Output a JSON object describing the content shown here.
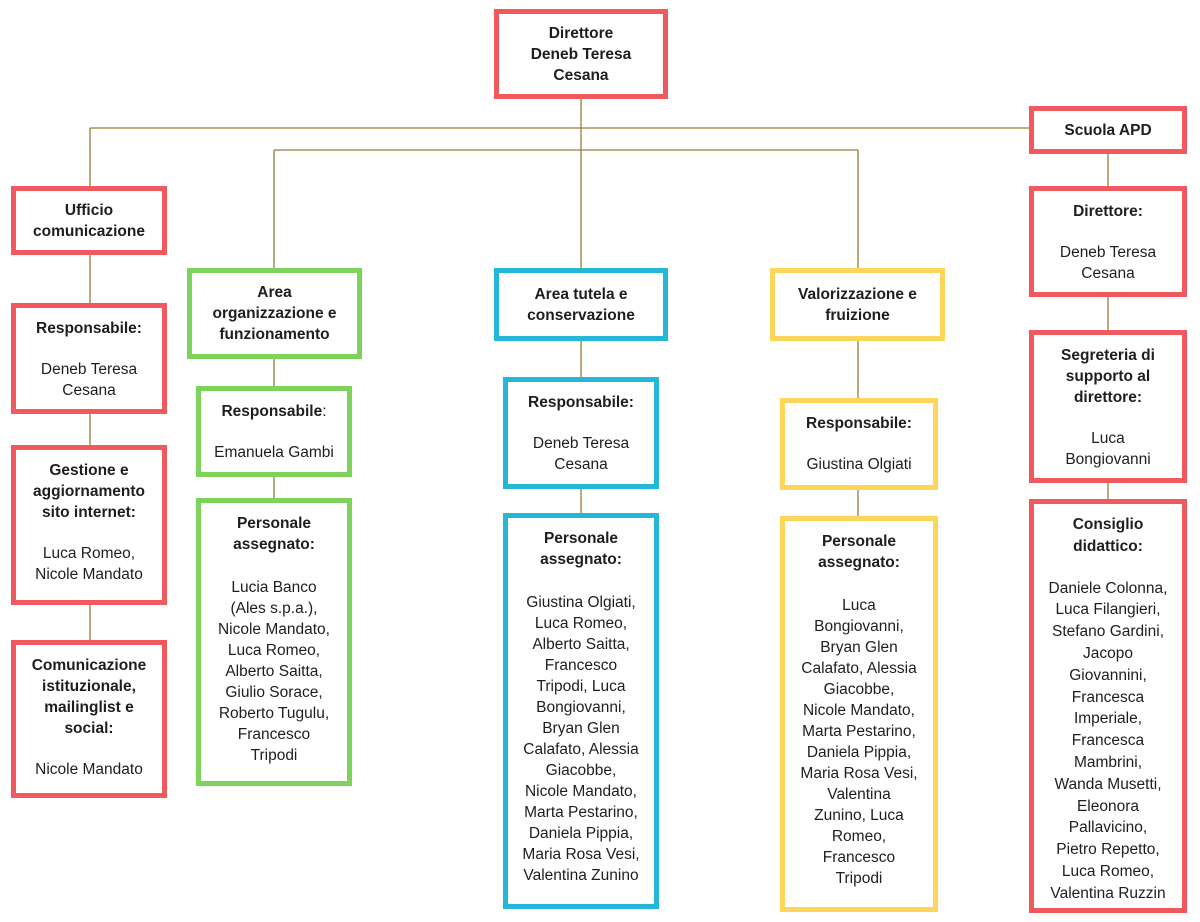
{
  "colors": {
    "red": "#ef5a5f",
    "green": "#7dd35b",
    "blue": "#25b8d6",
    "yellow": "#fbd65a",
    "connector": "#9a7b3a"
  },
  "director": {
    "title": "Direttore\nDeneb Teresa\nCesana"
  },
  "scuola": {
    "title": "Scuola APD",
    "direttore_label": "Direttore:",
    "direttore_name": "Deneb Teresa\nCesana",
    "segreteria_label": "Segreteria di\nsupporto al\ndirettore:",
    "segreteria_name": "Luca\nBongiovanni",
    "consiglio_label": "Consiglio\ndidattico:",
    "consiglio_names": "Daniele Colonna,\nLuca Filangieri,\nStefano Gardini,\nJacopo\nGiovannini,\nFrancesca\nImperiale,\nFrancesca\nMambrini,\nWanda Musetti,\nEleonora\nPallavicino,\nPietro Repetto,\nLuca Romeo,\nValentina Ruzzin"
  },
  "ufficio": {
    "title": "Ufficio\ncomunicazione",
    "resp_label": "Responsabile:",
    "resp_name": "Deneb Teresa\nCesana",
    "sito_label": "Gestione e\naggiornamento\nsito internet:",
    "sito_names": "Luca Romeo,\nNicole Mandato",
    "comm_label": "Comunicazione\nistituzionale,\nmailinglist e\nsocial:",
    "comm_names": "Nicole Mandato"
  },
  "area_org": {
    "title": "Area\norganizzazione e\nfunzionamento",
    "resp_label": "Responsabile",
    "resp_colon": ":",
    "resp_name": "Emanuela Gambi",
    "pers_label": "Personale\nassegnato:",
    "pers_names": "Lucia Banco\n(Ales s.p.a.),\nNicole Mandato,\nLuca Romeo,\nAlberto Saitta,\nGiulio Sorace,\nRoberto Tugulu,\nFrancesco\nTripodi"
  },
  "area_tutela": {
    "title": "Area tutela e\nconservazione",
    "resp_label": "Responsabile:",
    "resp_name": "Deneb Teresa\nCesana",
    "pers_label": "Personale\nassegnato:",
    "pers_names": "Giustina Olgiati,\nLuca Romeo,\nAlberto Saitta,\nFrancesco\nTripodi, Luca\nBongiovanni,\nBryan Glen\nCalafato, Alessia\nGiacobbe,\nNicole Mandato,\nMarta Pestarino,\nDaniela Pippia,\nMaria Rosa Vesi,\nValentina Zunino"
  },
  "valorizzazione": {
    "title": "Valorizzazione e\nfruizione",
    "resp_label": "Responsabile:",
    "resp_name": "Giustina Olgiati",
    "pers_label": "Personale\nassegnato:",
    "pers_names": "Luca\nBongiovanni,\nBryan Glen\nCalafato, Alessia\nGiacobbe,\nNicole Mandato,\nMarta Pestarino,\nDaniela Pippia,\nMaria Rosa Vesi,\nValentina\nZunino, Luca\nRomeo,\nFrancesco\nTripodi"
  }
}
